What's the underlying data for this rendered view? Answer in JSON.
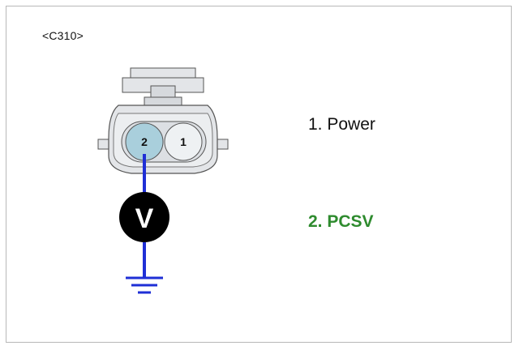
{
  "connector": {
    "id": "<C310>"
  },
  "pins": [
    {
      "number": "1",
      "label": "1. Power",
      "highlighted": false
    },
    {
      "number": "2",
      "label": "2. PCSV",
      "highlighted": true
    }
  ],
  "meter": {
    "symbol": "V"
  },
  "colors": {
    "wire": "#1f2fd6",
    "highlight_text": "#2e8b2e",
    "pin_highlight": "#a9cfdc",
    "pin_normal": "#eef1f3",
    "connector_body": "#e3e5e8",
    "outline": "#555555"
  }
}
